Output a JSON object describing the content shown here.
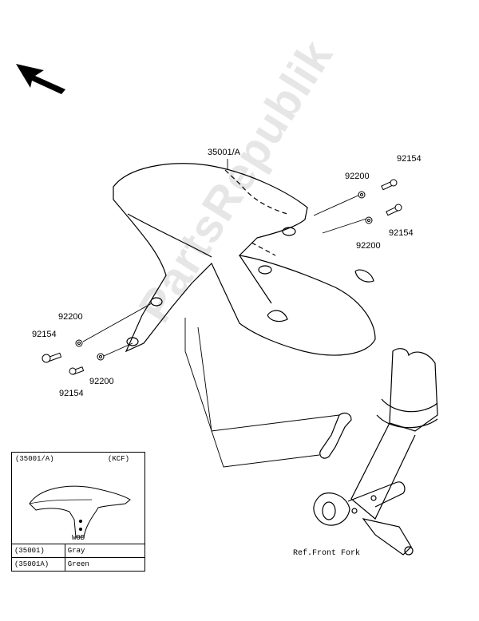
{
  "labels": {
    "fender_part": "35001/A",
    "bolt_top": "92154",
    "washer_top": "92200",
    "bolt_right": "92154",
    "washer_right": "92200",
    "washer_left": "92200",
    "bolt_left": "92154",
    "washer_left_low": "92200",
    "bolt_left_low": "92154",
    "ref_front_fork": "Ref.Front Fork"
  },
  "inset": {
    "part": "(35001/A)",
    "code": "(KCF)",
    "caption": "WOD"
  },
  "color_table": [
    {
      "part": "(35001)",
      "color": "Gray"
    },
    {
      "part": "(35001A)",
      "color": "Green"
    }
  ],
  "watermark": "PartsRepublik",
  "icons": {
    "direction": "arrow-icon"
  }
}
